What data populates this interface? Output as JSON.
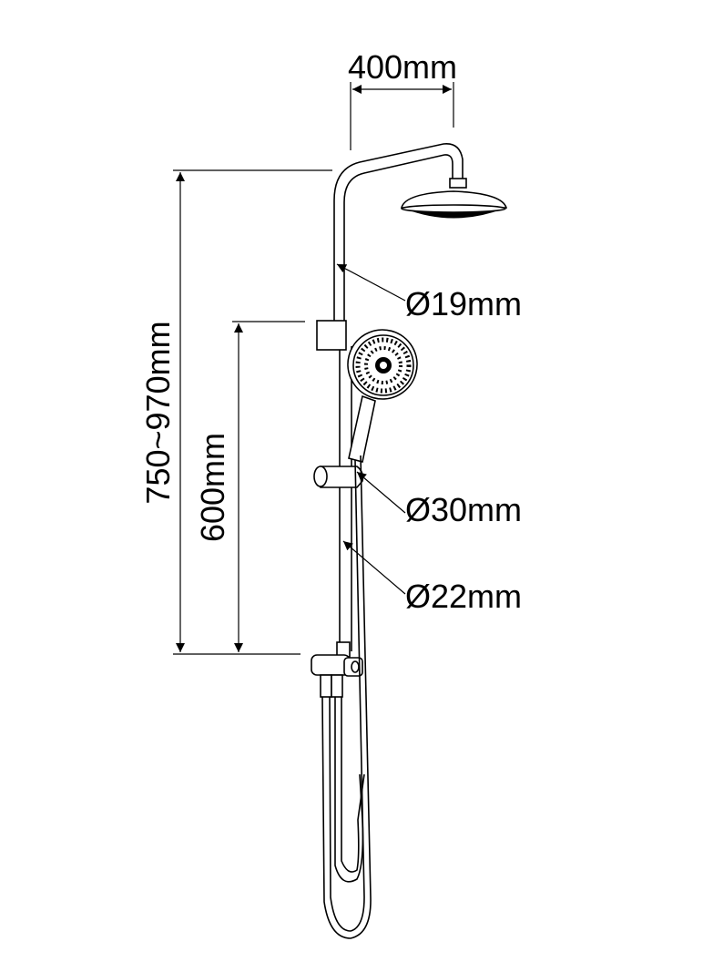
{
  "dimensions": {
    "arm_length": "400mm",
    "total_height": "750~970mm",
    "rail_length": "600mm",
    "upper_pipe_diameter": "Ø19mm",
    "slider_diameter": "Ø30mm",
    "rail_diameter": "Ø22mm"
  },
  "colors": {
    "line": "#000000",
    "background": "#ffffff"
  }
}
